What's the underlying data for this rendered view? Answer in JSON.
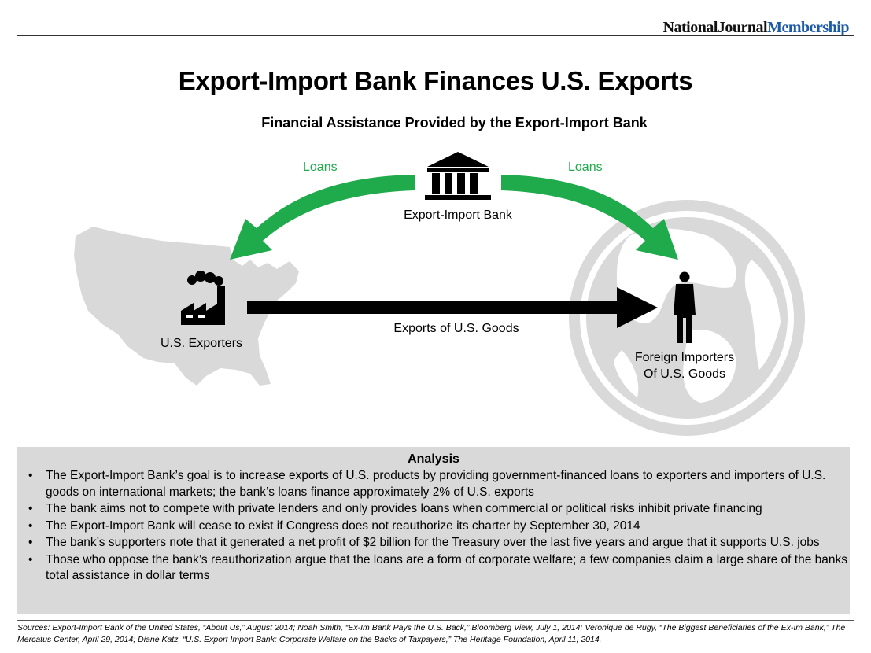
{
  "brand": {
    "part1": "NationalJournal",
    "part2": "Membership"
  },
  "title": "Export-Import Bank Finances U.S. Exports",
  "subtitle": "Financial Assistance Provided by the Export-Import Bank",
  "diagram": {
    "loans_left": "Loans",
    "loans_right": "Loans",
    "bank_label": "Export-Import Bank",
    "exporters_label": "U.S. Exporters",
    "exports_label": "Exports of U.S. Goods",
    "importers_line1": "Foreign Importers",
    "importers_line2": "Of U.S. Goods"
  },
  "colors": {
    "green": "#1faa4b",
    "gray": "#d9d9d9",
    "brand_blue": "#1d5aa6"
  },
  "analysis": {
    "title": "Analysis",
    "bullets": [
      "The Export-Import Bank’s goal is to increase exports of U.S. products by providing government-financed loans to exporters and importers of U.S. goods on international markets; the bank’s loans finance approximately 2% of U.S. exports",
      "The bank aims not to compete with private lenders and only provides loans when commercial or political risks inhibit private financing",
      "The Export-Import Bank will cease to exist if Congress does not reauthorize its charter by September 30, 2014",
      "The bank’s supporters note that it generated a net profit of $2 billion for the Treasury over the last five years and argue that it supports U.S. jobs",
      "Those who oppose the bank’s reauthorization argue that the loans are a form of corporate welfare; a few companies claim a large share of the banks total assistance in dollar terms"
    ]
  },
  "sources": "Sources: Export-Import Bank of the United States, “About Us,” August 2014; Noah Smith, “Ex-Im Bank Pays the U.S. Back,” Bloomberg View, July 1, 2014; Veronique de Rugy, “The Biggest Beneficiaries of the Ex-Im Bank,” The Mercatus Center, April 29, 2014; Diane Katz, “U.S. Export Import Bank: Corporate Welfare on the Backs of Taxpayers,” The Heritage Foundation, April 11, 2014."
}
